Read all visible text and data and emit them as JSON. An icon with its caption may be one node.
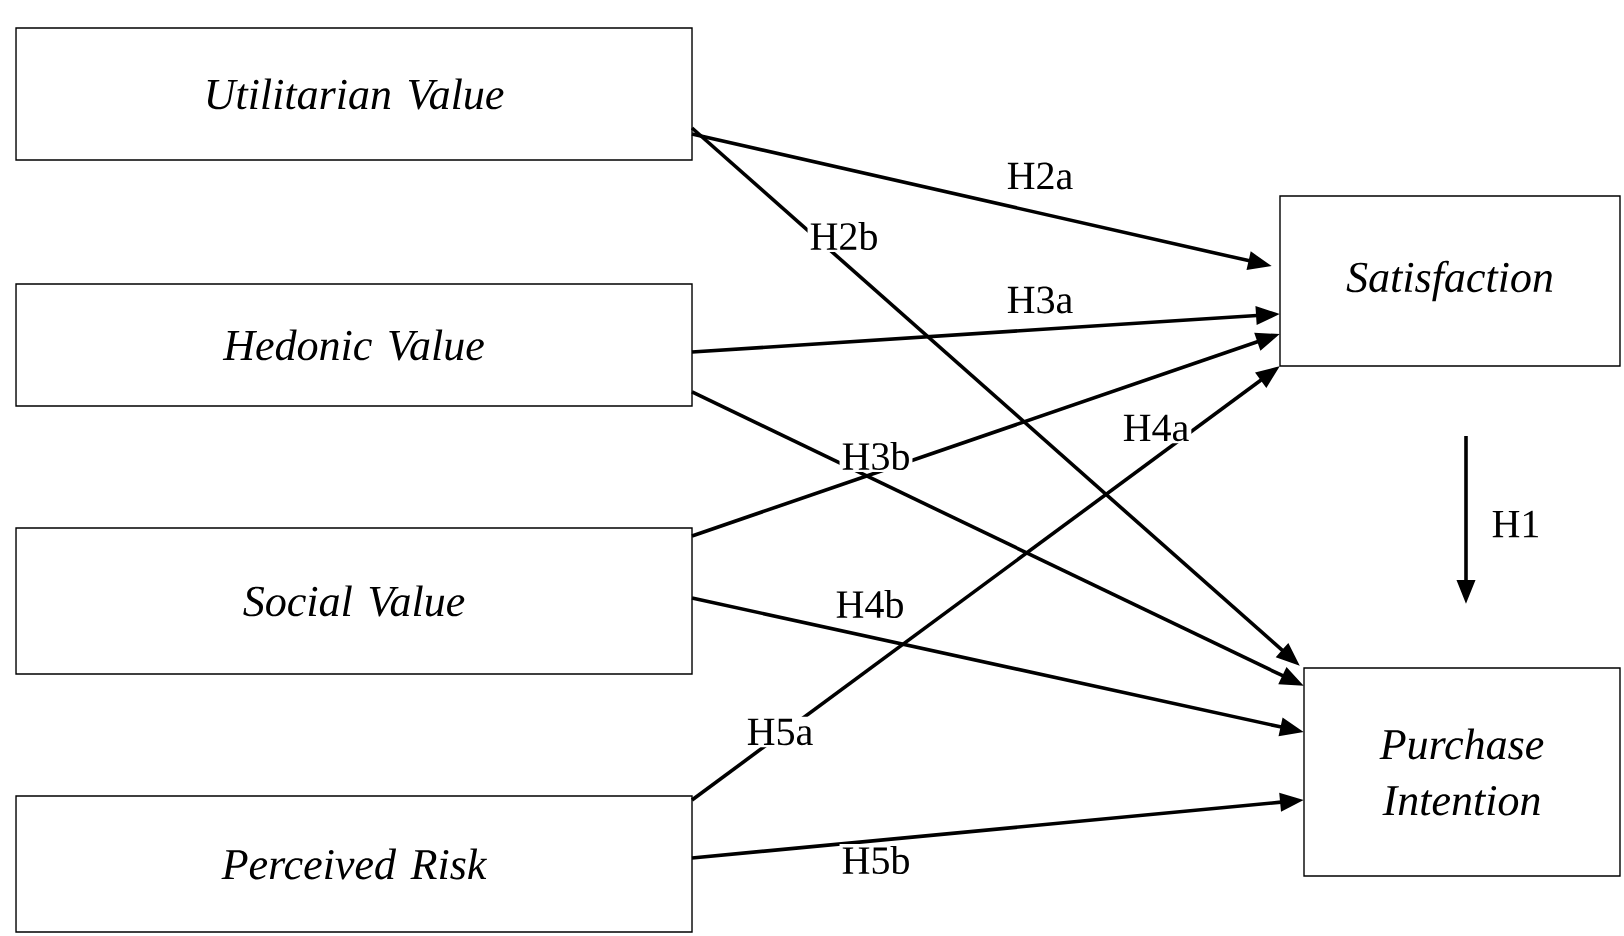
{
  "diagram": {
    "nodes": [
      {
        "text": [
          "Utilitarian Value"
        ]
      },
      {
        "text": [
          "Hedonic Value"
        ]
      },
      {
        "text": [
          "Social Value"
        ]
      },
      {
        "text": [
          "Perceived Risk"
        ]
      },
      {
        "text": [
          "Satisfaction"
        ]
      },
      {
        "text": [
          "Purchase Intention"
        ]
      }
    ],
    "edges": [
      {
        "from": 0,
        "to": 4,
        "arrow": "to",
        "label": "H2a"
      },
      {
        "from": 0,
        "to": 5,
        "arrow": "to",
        "label": "H2b"
      },
      {
        "from": 1,
        "to": 4,
        "arrow": "to",
        "label": "H3a"
      },
      {
        "from": 1,
        "to": 5,
        "arrow": "to",
        "label": "H3b"
      },
      {
        "from": 2,
        "to": 4,
        "arrow": "to",
        "label": "H4a"
      },
      {
        "from": 2,
        "to": 5,
        "arrow": "to",
        "label": "H4b"
      },
      {
        "from": 3,
        "to": 4,
        "arrow": "to",
        "label": "H5a"
      },
      {
        "from": 3,
        "to": 5,
        "arrow": "to",
        "label": "H5b"
      },
      {
        "from": 4,
        "to": 5,
        "arrow": "to",
        "label": "H1"
      }
    ]
  }
}
